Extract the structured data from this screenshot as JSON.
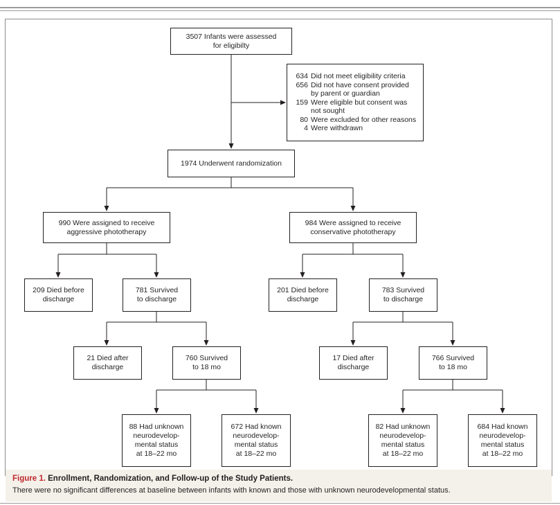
{
  "flow": {
    "assessed": "3507 Infants were assessed\nfor eligibilty",
    "exclusions": [
      {
        "n": "634",
        "label": "Did not meet eligibility criteria"
      },
      {
        "n": "656",
        "label": "Did not have consent provided\nby parent or guardian"
      },
      {
        "n": "159",
        "label": "Were eligible but consent was\nnot sought"
      },
      {
        "n": "80",
        "label": "Were excluded for other reasons"
      },
      {
        "n": "4",
        "label": "Were withdrawn"
      }
    ],
    "randomized": "1974 Underwent randomization",
    "arms": [
      {
        "assigned": "990 Were assigned to receive\naggressive phototherapy",
        "died_before": "209 Died before\ndischarge",
        "survived_discharge": "781 Survived\nto discharge",
        "died_after": "21 Died after\ndischarge",
        "survived_18": "760 Survived\nto 18 mo",
        "unknown_status": "88 Had unknown\nneurodevelop-\nmental status\nat 18–22 mo",
        "known_status": "672 Had known\nneurodevelop-\nmental status\nat 18–22 mo"
      },
      {
        "assigned": "984 Were assigned to receive\nconservative phototherapy",
        "died_before": "201 Died before\ndischarge",
        "survived_discharge": "783 Survived\nto discharge",
        "died_after": "17 Died after\ndischarge",
        "survived_18": "766 Survived\nto 18 mo",
        "unknown_status": "82 Had unknown\nneurodevelop-\nmental status\nat 18–22 mo",
        "known_status": "684 Had known\nneurodevelop-\nmental status\nat 18–22 mo"
      }
    ]
  },
  "caption": {
    "figure_label": "Figure 1.",
    "title": "Enrollment, Randomization, and Follow-up of the Study Patients.",
    "body": "There were no significant differences at baseline between infants with known and those with unknown neurodevelopmental status."
  },
  "colors": {
    "figure_label": "#c0272d",
    "caption_background": "#f4f1ea",
    "lines": "#231f20"
  }
}
